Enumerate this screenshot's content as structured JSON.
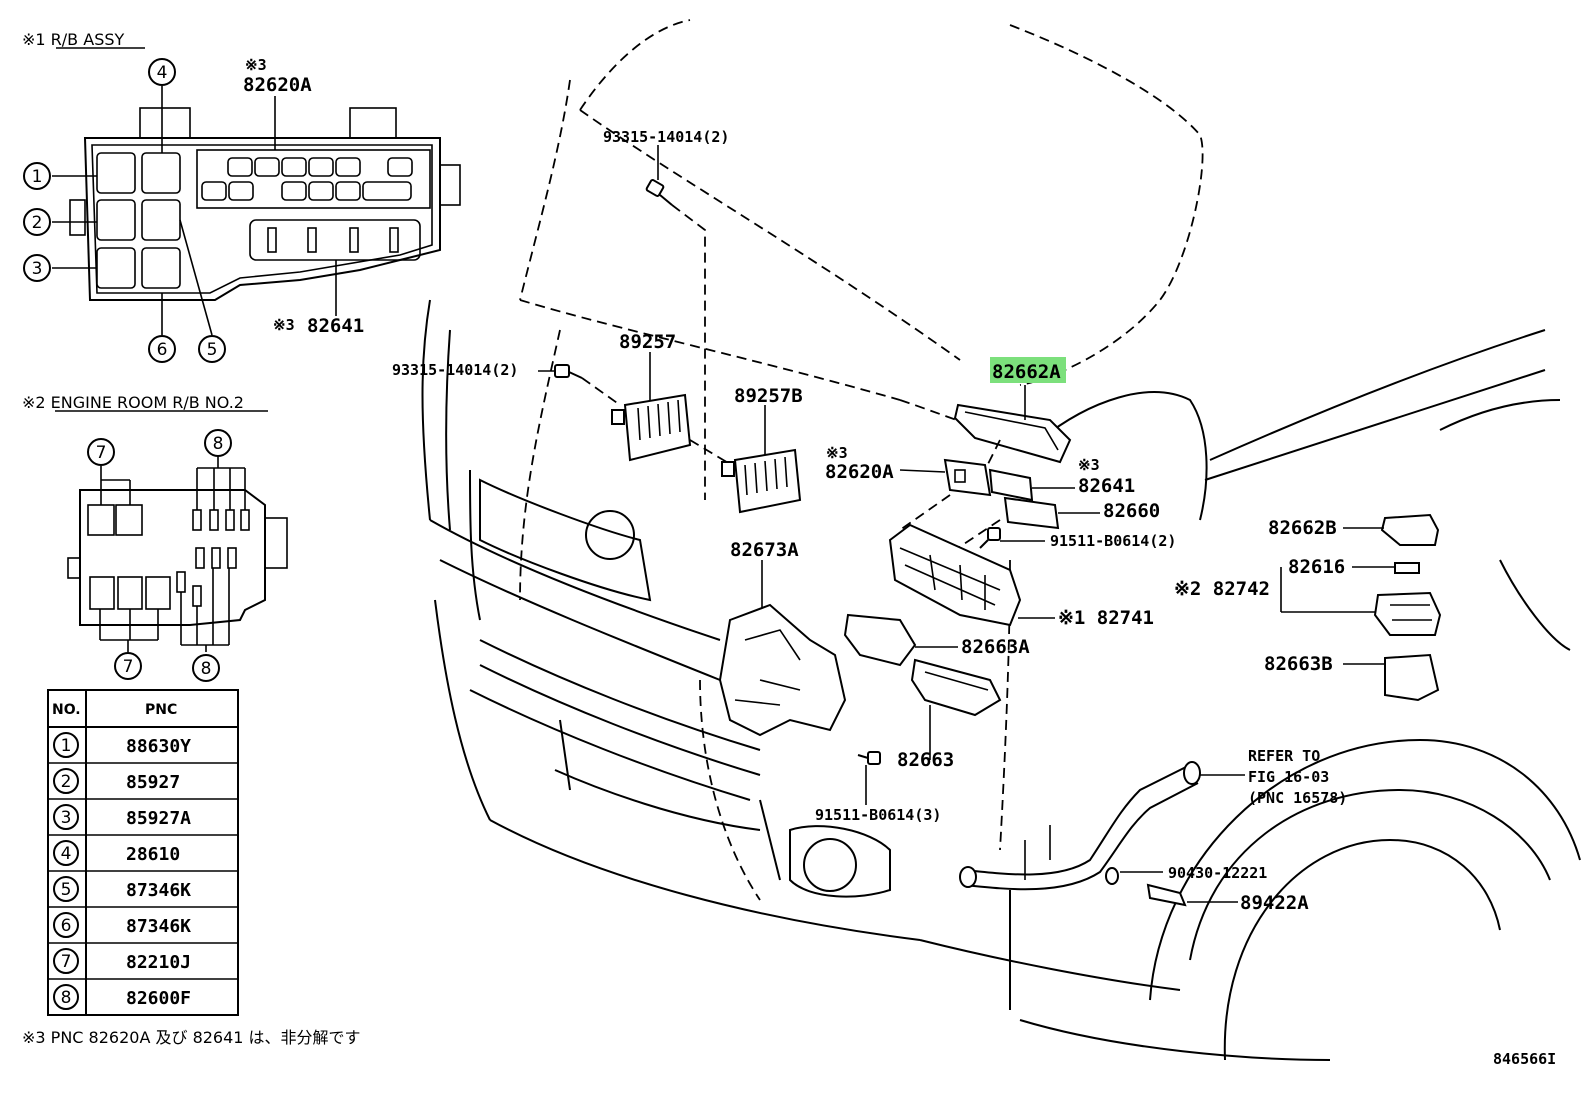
{
  "legend": {
    "rb_assy": "※1 R/B ASSY",
    "engine_room_rb": "※2 ENGINE ROOM R/B NO.2",
    "rb_assy_top_note": "※3",
    "rb_assy_top_pnc": "82620A",
    "rb_assy_bottom_note": "※3",
    "rb_assy_bottom_pnc": "82641",
    "footnote": "※3 PNC 82620A 及び 82641 は、非分解です",
    "figure_id": "846566I"
  },
  "callouts": [
    "1",
    "2",
    "3",
    "4",
    "5",
    "6",
    "7",
    "8"
  ],
  "table": {
    "header_no": "NO.",
    "header_pnc": "PNC",
    "rows": [
      {
        "no": "1",
        "pnc": "88630Y"
      },
      {
        "no": "2",
        "pnc": "85927"
      },
      {
        "no": "3",
        "pnc": "85927A"
      },
      {
        "no": "4",
        "pnc": "28610"
      },
      {
        "no": "5",
        "pnc": "87346K"
      },
      {
        "no": "6",
        "pnc": "87346K"
      },
      {
        "no": "7",
        "pnc": "82210J"
      },
      {
        "no": "8",
        "pnc": "82600F"
      }
    ]
  },
  "parts": {
    "p93315_top": "93315-14014(2)",
    "p93315_mid": "93315-14014(2)",
    "p89257": "89257",
    "p89257B": "89257B",
    "p82662A": "82662A",
    "p82620A_note": "※3",
    "p82620A": "82620A",
    "p82641_note": "※3",
    "p82641": "82641",
    "p82660": "82660",
    "p91511_a": "91511-B0614(2)",
    "p82662B": "82662B",
    "p82616": "82616",
    "p82742": "※2 82742",
    "p82673A": "82673A",
    "p82741": "※1 82741",
    "p82663A": "82663A",
    "p82663B": "82663B",
    "p82663": "82663",
    "p91511_b": "91511-B0614(3)",
    "refer_1": "REFER TO",
    "refer_2": "FIG 16-03",
    "refer_3": "(PNC 16578)",
    "p90430": "90430-12221",
    "p89422A": "89422A"
  },
  "colors": {
    "highlight": "#7CE07C",
    "ink": "#000000"
  }
}
